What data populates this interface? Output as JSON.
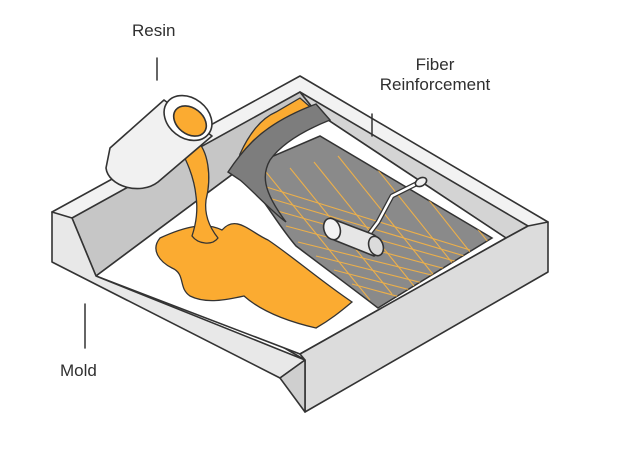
{
  "labels": {
    "resin": "Resin",
    "fiber_line1": "Fiber",
    "fiber_line2": "Reinforcement",
    "mold": "Mold"
  },
  "colors": {
    "mold_face": "#ececec",
    "mold_wall": "#c6c6c6",
    "mold_floor": "#ffffff",
    "outline": "#333333",
    "resin": "#fbab31",
    "fiber_mat": "#8a8a8a",
    "fiber_grid": "#f2b247",
    "roller": "#e6e6e6"
  },
  "icons": [
    "resin-bucket-icon",
    "roller-icon",
    "fiber-mat-icon",
    "mold-tray-icon"
  ]
}
